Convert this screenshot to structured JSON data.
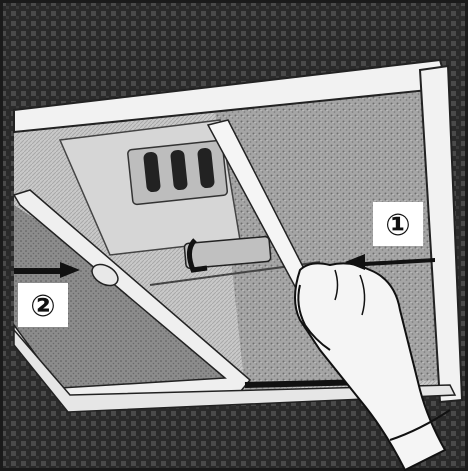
{
  "figure": {
    "callouts": [
      {
        "id": "one",
        "label": "①"
      },
      {
        "id": "two",
        "label": "②"
      }
    ]
  },
  "colors": {
    "outer_background": "#2a2a2a",
    "border": "#1a1a1a",
    "frame_light": "#f2f2f2",
    "mesh_filter": "#9a9a9a",
    "hood_body": "#c8c8c8",
    "dark_detail": "#222222",
    "hand": "#f5f5f5",
    "callout_box": "#ffffff"
  }
}
